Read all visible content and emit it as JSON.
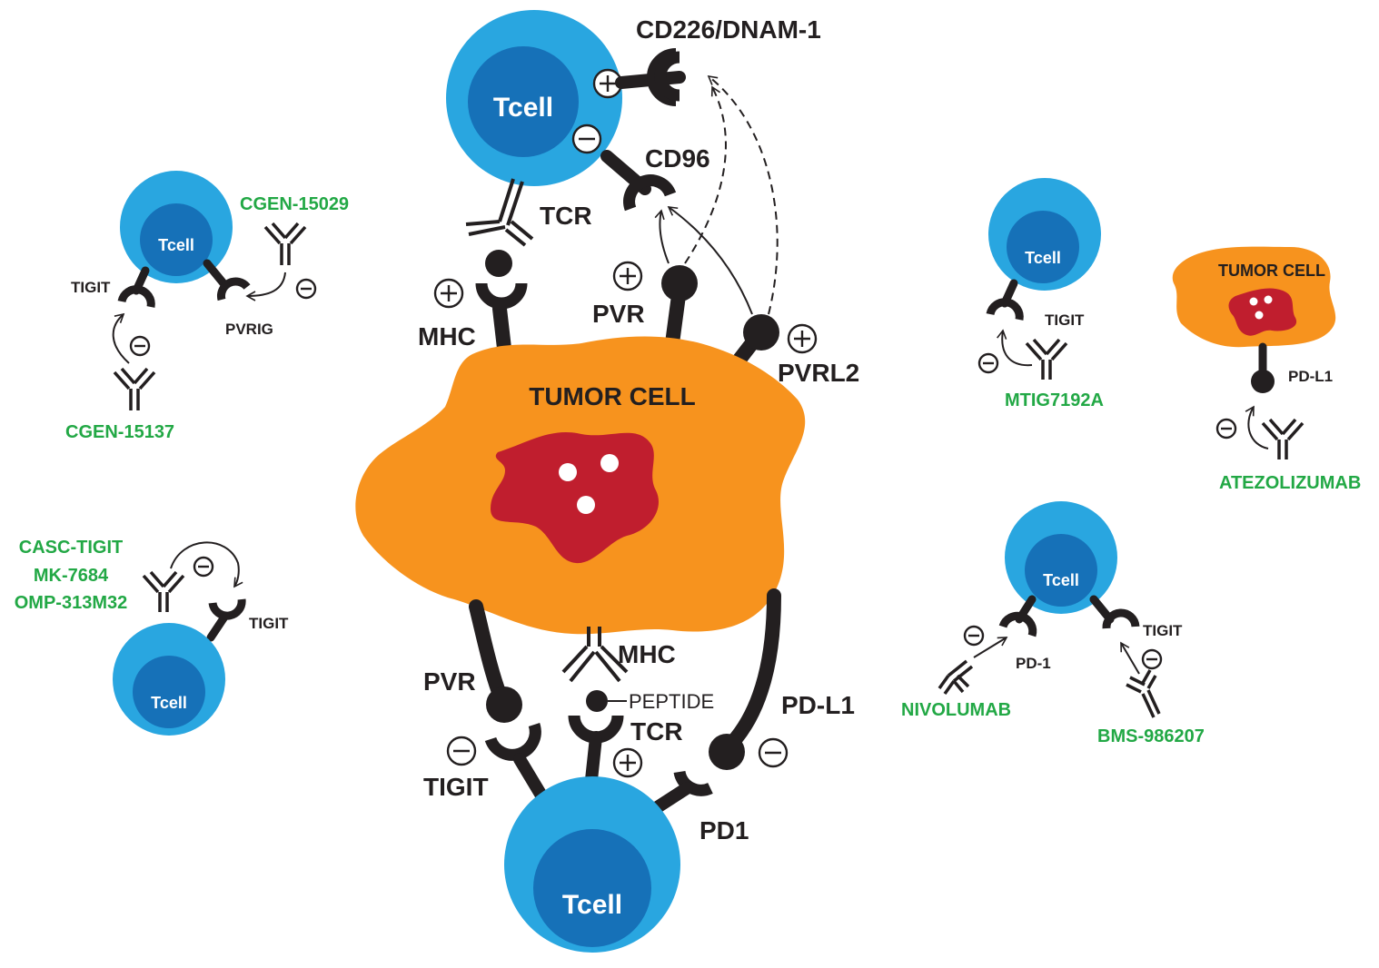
{
  "colors": {
    "tcell_outer": "#29a6e0",
    "tcell_inner": "#1671b8",
    "tumor_body": "#f7931e",
    "tumor_nucleus": "#c01e2e",
    "receptor": "#231f20",
    "drug_label": "#22a845"
  },
  "cell_label": "Tcell",
  "main": {
    "top_receptor": "CD226/DNAM-1",
    "cd96": "CD96",
    "tcr_top": "TCR",
    "mhc_top": "MHC",
    "pvr_top": "PVR",
    "pvrl2": "PVRL2",
    "tumor_label": "TUMOR CELL",
    "pvr_bottom": "PVR",
    "mhc_bottom": "MHC",
    "peptide": "PEPTIDE",
    "tcr_bottom": "TCR",
    "pdl1": "PD-L1",
    "tigit": "TIGIT",
    "pd1": "PD1"
  },
  "panel_pvrig": {
    "drug_top": "CGEN-15029",
    "tigit": "TIGIT",
    "pvrig": "PVRIG",
    "drug_bottom": "CGEN-15137"
  },
  "panel_casc": {
    "drugs": [
      "CASC-TIGIT",
      "MK-7684",
      "OMP-313M32"
    ],
    "tigit": "TIGIT"
  },
  "panel_mtig": {
    "tigit": "TIGIT",
    "drug": "MTIG7192A"
  },
  "panel_atezo": {
    "tumor_label": "TUMOR CELL",
    "pdl1": "PD-L1",
    "drug": "ATEZOLIZUMAB"
  },
  "panel_nivo": {
    "pd1": "PD-1",
    "tigit": "TIGIT",
    "drug_left": "NIVOLUMAB",
    "drug_right": "BMS-986207"
  }
}
